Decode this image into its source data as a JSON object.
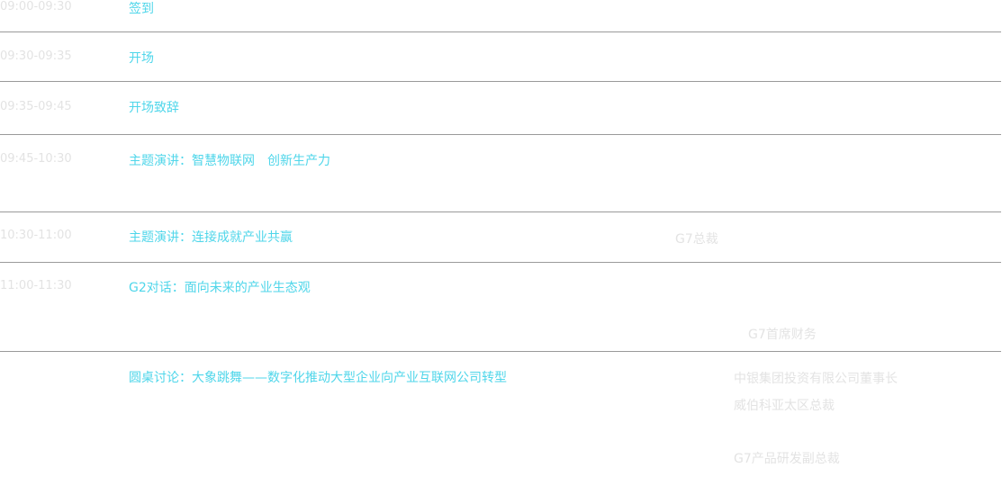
{
  "agenda": {
    "rows": [
      {
        "time": "09:00-09:30",
        "title": "签到"
      },
      {
        "time": "09:30-09:35",
        "title": "开场"
      },
      {
        "time": "09:35-09:45",
        "title": "开场致辞"
      },
      {
        "time": "09:45-10:30",
        "title": "主题演讲：智慧物联网　创新生产力"
      },
      {
        "time": "10:30-11:00",
        "title": "主题演讲：连接成就产业共赢",
        "speaker": "G7总裁"
      },
      {
        "time": "11:00-11:30",
        "title": "G2对话：面向未来的产业生态观",
        "speaker": "G7首席财务"
      },
      {
        "time": "",
        "title": "圆桌讨论：大象跳舞——数字化推动大型企业向产业互联网公司转型",
        "speakers": [
          "中银集团投资有限公司董事长",
          "威伯科亚太区总裁",
          "G7产品研发副总裁"
        ]
      }
    ]
  },
  "colors": {
    "title": "#4fd6ea",
    "muted": "#e3e3e3",
    "divider": "#9a9a9a"
  }
}
